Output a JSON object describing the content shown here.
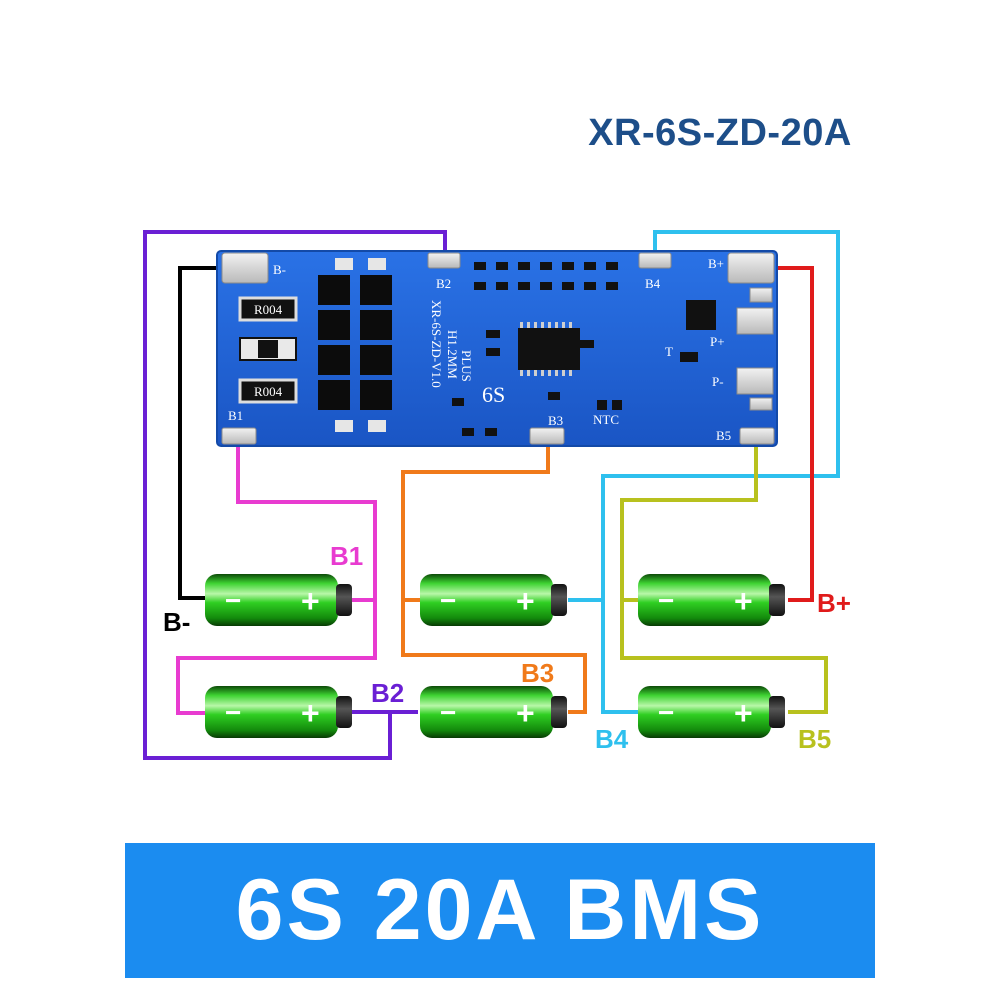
{
  "model": "XR-6S-ZD-20A",
  "banner": "6S 20A BMS",
  "board": {
    "pads": {
      "b_minus": "B-",
      "b1": "B1",
      "b2": "B2",
      "b3": "B3",
      "b4": "B4",
      "b5": "B5",
      "b_plus": "B+",
      "p_plus": "P+",
      "p_minus": "P-"
    },
    "silkscreen": {
      "model": "XR-6S-ZD-V1.0",
      "thickness": "H1.2MM",
      "plus": "PLUS",
      "cells": "6S",
      "ntc": "NTC",
      "temp": "T",
      "resistor": "R004"
    }
  },
  "labels": {
    "b_minus": "B-",
    "b1": "B1",
    "b2": "B2",
    "b3": "B3",
    "b4": "B4",
    "b5": "B5",
    "b_plus": "B+",
    "minus_sign": "−",
    "plus_sign": "+"
  },
  "colors": {
    "b_minus": "#000000",
    "b1": "#e83bd0",
    "b2": "#6a1fd4",
    "b3": "#f07a1a",
    "b4": "#2ec0ee",
    "b5": "#b8c11e",
    "b_plus": "#e01b1b",
    "board": "#1f63d6",
    "cell": "#22c91e",
    "banner": "#1b8cf0",
    "title": "#1d4e89"
  }
}
